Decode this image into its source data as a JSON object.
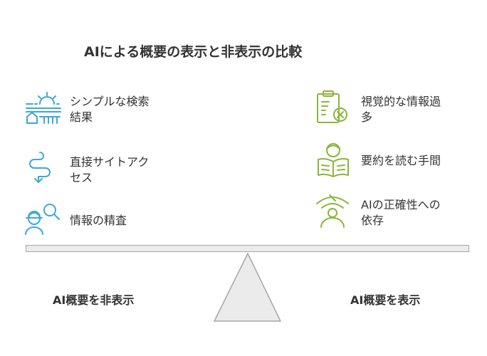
{
  "title": "AIによる概要の表示と非表示の比較",
  "left": {
    "label": "AI概要を非表示",
    "items": [
      {
        "line1": "シンプルな検索",
        "line2": "結果",
        "icon": "search-results-icon"
      },
      {
        "line1": "直接サイトアク",
        "line2": "セス",
        "icon": "winding-path-arrow-icon"
      },
      {
        "line1": "情報の精査",
        "line2": "",
        "icon": "person-magnifier-icon"
      }
    ]
  },
  "right": {
    "label": "AI概要を表示",
    "items": [
      {
        "line1": "視覚的な情報過",
        "line2": "多",
        "icon": "clipboard-x-icon"
      },
      {
        "line1": "要約を読む手間",
        "line2": "",
        "icon": "person-reading-icon"
      },
      {
        "line1": "AIの正確性への",
        "line2": "依存",
        "icon": "person-wifi-icon"
      }
    ]
  },
  "colors": {
    "left_icons": "#3fa7d6",
    "right_icons": "#8cb43c",
    "beam_fill": "#ebebeb",
    "beam_stroke": "#a6a6a6",
    "text": "#333333"
  }
}
